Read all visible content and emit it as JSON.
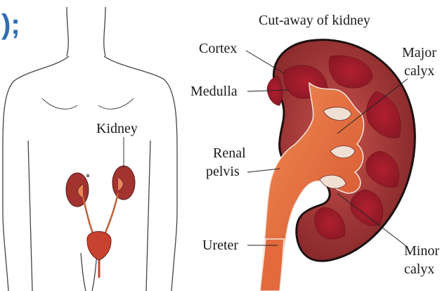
{
  "code_fragment": ");",
  "diagram_title": "Cut-away of kidney",
  "labels": {
    "kidney": "Kidney",
    "cortex": "Cortex",
    "medulla": "Medulla",
    "renal_line1": "Renal",
    "renal_line2": "pelvis",
    "ureter": "Ureter",
    "major_line1": "Major",
    "major_line2": "calyx",
    "minor_line1": "Minor",
    "minor_line2": "calyx"
  },
  "colors": {
    "kidney_dark": "#7a1f24",
    "kidney_mid": "#b23a3a",
    "pelvis_orange": "#e4683a",
    "pyramid_red": "#9c1c2a",
    "outline": "#3a3a3a"
  }
}
